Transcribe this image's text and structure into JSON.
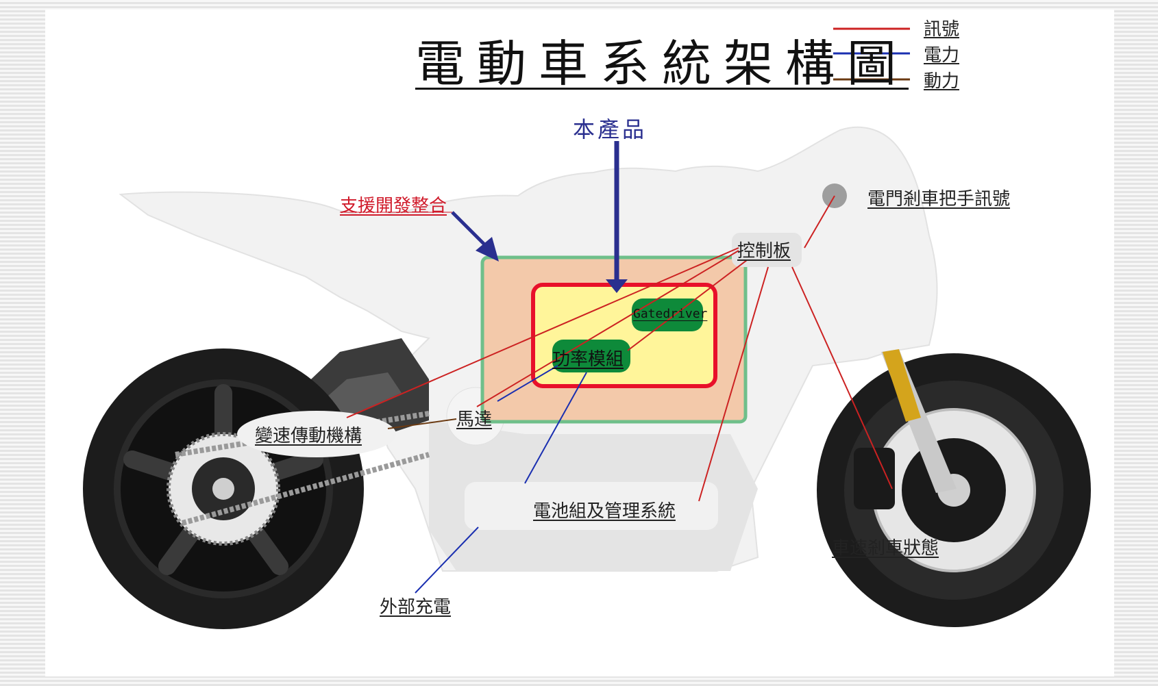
{
  "title": "電動車系統架構圖",
  "legend": [
    {
      "label": "訊號",
      "color": "#cc2222"
    },
    {
      "label": "電力",
      "color": "#1a2fb0"
    },
    {
      "label": "動力",
      "color": "#6b3a12"
    }
  ],
  "labels": {
    "product": "本產品",
    "support": "支援開發整合",
    "throttle": "電門剎車把手訊號",
    "controller": "控制板",
    "gatedriver": "Gatedriver",
    "power_module": "功率模組",
    "motor": "馬達",
    "transmission": "變速傳動機構",
    "battery": "電池組及管理系統",
    "speed_brake": "車速剎車狀態",
    "external_charge": "外部充電"
  },
  "colors": {
    "product_arrow": "#2a2f8f",
    "support_label": "#d01a2a",
    "outer_box_fill": "#f3c9aa",
    "outer_box_border": "#6fbf8a",
    "inner_box_fill": "#fff59a",
    "inner_box_border": "#e8102a",
    "module_fill": "#0e8a3a"
  }
}
